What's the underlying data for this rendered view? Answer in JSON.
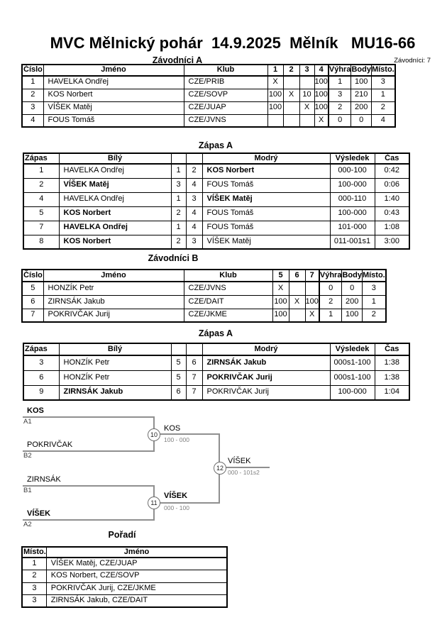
{
  "title": "MVC Mělnický pohár  14.9.2025  Mělník   MU16-66",
  "competitors_count_label": "Závodníci: 7",
  "colors": {
    "bracket_line": "#8f8f8f",
    "score_text": "#808080",
    "table_border": "#000000"
  },
  "section_a": {
    "title": "Závodníci A",
    "headers": {
      "cislo": "Číslo",
      "jmeno": "Jméno",
      "klub": "Klub",
      "c1": "1",
      "c2": "2",
      "c3": "3",
      "c4": "4",
      "vyhra": "Výhra",
      "body": "Body",
      "misto": "Místo."
    },
    "rows": [
      {
        "cislo": "1",
        "jmeno": "HAVELKA Ondřej",
        "klub": "CZE/PRIB",
        "g": [
          "X",
          "",
          "",
          "100"
        ],
        "vyhra": "1",
        "body": "100",
        "misto": "3"
      },
      {
        "cislo": "2",
        "jmeno": "KOS Norbert",
        "klub": "CZE/SOVP",
        "g": [
          "100",
          "X",
          "10",
          "100"
        ],
        "vyhra": "3",
        "body": "210",
        "misto": "1"
      },
      {
        "cislo": "3",
        "jmeno": "VÍŠEK Matěj",
        "klub": "CZE/JUAP",
        "g": [
          "100",
          "",
          "X",
          "100"
        ],
        "vyhra": "2",
        "body": "200",
        "misto": "2"
      },
      {
        "cislo": "4",
        "jmeno": "FOUS Tomáš",
        "klub": "CZE/JVNS",
        "g": [
          "",
          "",
          "",
          "X"
        ],
        "vyhra": "0",
        "body": "0",
        "misto": "4"
      }
    ]
  },
  "matches_a": {
    "title": "Zápas A",
    "headers": {
      "zapas": "Zápas",
      "bily": "Bílý",
      "modry": "Modrý",
      "vysledek": "Výsledek",
      "cas": "Čas"
    },
    "rows": [
      {
        "zapas": "1",
        "bily": "HAVELKA Ondřej",
        "n1": "1",
        "n2": "2",
        "modry": "KOS Norbert",
        "vysledek": "000-100",
        "cas": "0:42"
      },
      {
        "zapas": "2",
        "bily": "VÍŠEK Matěj",
        "n1": "3",
        "n2": "4",
        "modry": "FOUS Tomáš",
        "vysledek": "100-000",
        "cas": "0:06"
      },
      {
        "zapas": "4",
        "bily": "HAVELKA Ondřej",
        "n1": "1",
        "n2": "3",
        "modry": "VÍŠEK Matěj",
        "vysledek": "000-110",
        "cas": "1:40"
      },
      {
        "zapas": "5",
        "bily": "KOS Norbert",
        "n1": "2",
        "n2": "4",
        "modry": "FOUS Tomáš",
        "vysledek": "100-000",
        "cas": "0:43"
      },
      {
        "zapas": "7",
        "bily": "HAVELKA Ondřej",
        "n1": "1",
        "n2": "4",
        "modry": "FOUS Tomáš",
        "vysledek": "101-000",
        "cas": "1:08"
      },
      {
        "zapas": "8",
        "bily": "KOS Norbert",
        "n1": "2",
        "n2": "3",
        "modry": "VÍŠEK Matěj",
        "vysledek": "011-001s1",
        "cas": "3:00"
      }
    ]
  },
  "section_b": {
    "title": "Závodníci B",
    "headers": {
      "cislo": "Číslo",
      "jmeno": "Jméno",
      "klub": "Klub",
      "c1": "5",
      "c2": "6",
      "c3": "7",
      "vyhra": "Výhra",
      "body": "Body",
      "misto": "Místo."
    },
    "rows": [
      {
        "cislo": "5",
        "jmeno": "HONZÍK Petr",
        "klub": "CZE/JVNS",
        "g": [
          "X",
          "",
          ""
        ],
        "vyhra": "0",
        "body": "0",
        "misto": "3"
      },
      {
        "cislo": "6",
        "jmeno": "ZIRNSÁK Jakub",
        "klub": "CZE/DAIT",
        "g": [
          "100",
          "X",
          "100"
        ],
        "vyhra": "2",
        "body": "200",
        "misto": "1"
      },
      {
        "cislo": "7",
        "jmeno": "POKRIVČAK Jurij",
        "klub": "CZE/JKME",
        "g": [
          "100",
          "",
          "X"
        ],
        "vyhra": "1",
        "body": "100",
        "misto": "2"
      }
    ]
  },
  "matches_b": {
    "title": "Zápas A",
    "rows": [
      {
        "zapas": "3",
        "bily": "HONZÍK Petr",
        "n1": "5",
        "n2": "6",
        "modry": "ZIRNSÁK Jakub",
        "vysledek": "000s1-100",
        "cas": "1:38"
      },
      {
        "zapas": "6",
        "bily": "HONZÍK Petr",
        "n1": "5",
        "n2": "7",
        "modry": "POKRIVČAK Jurij",
        "vysledek": "000s1-100",
        "cas": "1:38"
      },
      {
        "zapas": "9",
        "bily": "ZIRNSÁK Jakub",
        "n1": "6",
        "n2": "7",
        "modry": "POKRIVČAK Jurij",
        "vysledek": "100-000",
        "cas": "1:04"
      }
    ]
  },
  "bracket": {
    "semifinal_1": {
      "number": "10",
      "top_name": "KOS",
      "top_seed": "A1",
      "bottom_name": "POKRIVČAK",
      "bottom_seed": "B2",
      "winner": "KOS",
      "score": "100 - 000"
    },
    "semifinal_2": {
      "number": "11",
      "top_name": "ZIRNSÁK",
      "top_seed": "B1",
      "bottom_name": "VÍŠEK",
      "bottom_seed": "A2",
      "winner": "VÍŠEK",
      "score": "000 - 100"
    },
    "final": {
      "number": "12",
      "winner": "VÍŠEK",
      "score": "000 - 101s2"
    }
  },
  "standings": {
    "title": "Pořadí",
    "headers": {
      "misto": "Místo.",
      "jmeno": "Jméno"
    },
    "rows": [
      {
        "misto": "1",
        "jmeno": "VÍŠEK Matěj, CZE/JUAP"
      },
      {
        "misto": "2",
        "jmeno": "KOS Norbert, CZE/SOVP"
      },
      {
        "misto": "3",
        "jmeno": "POKRIVČAK Jurij, CZE/JKME"
      },
      {
        "misto": "3",
        "jmeno": "ZIRNSÁK Jakub, CZE/DAIT"
      }
    ]
  }
}
